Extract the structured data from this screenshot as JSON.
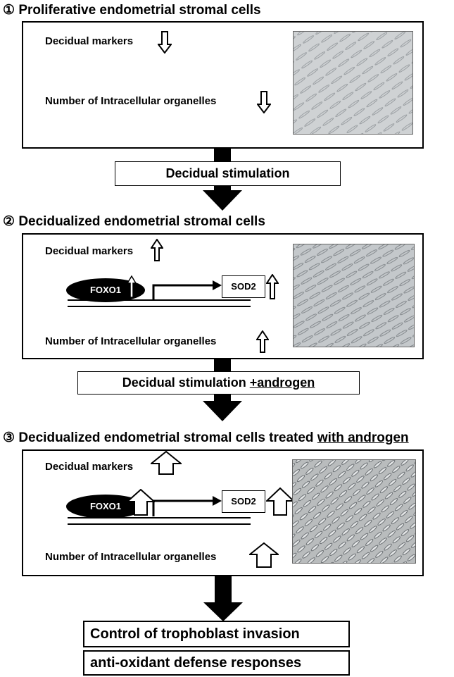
{
  "sections": [
    {
      "number": "①",
      "title": "Proliferative endometrial stromal cells",
      "title_emph": "",
      "decidual_markers": "Decidual markers",
      "organelles": "Number of Intracellular organelles"
    },
    {
      "number": "②",
      "title": "Decidualized endometrial stromal cells",
      "title_emph": "",
      "decidual_markers": "Decidual markers",
      "organelles": "Number of Intracellular organelles",
      "tf": "FOXO1",
      "gene": "SOD2"
    },
    {
      "number": "③",
      "title": "Decidualized endometrial stromal cells treated",
      "title_emph": "with androgen",
      "decidual_markers": "Decidual markers",
      "organelles": "Number of Intracellular organelles",
      "tf": "FOXO1",
      "gene": "SOD2"
    }
  ],
  "steps": {
    "step1": {
      "text": "Decidual stimulation",
      "emph": ""
    },
    "step2": {
      "text": "Decidual stimulation ",
      "emph": "+androgen"
    }
  },
  "outcomes": [
    "Control of trophoblast invasion",
    "anti-oxidant defense responses"
  ],
  "arrow_symbols": {
    "down": "⇩",
    "up": "⇧"
  },
  "colors": {
    "foxo_fill": "#000000",
    "micro_bg_1": "#cfd2d4",
    "micro_bg_2": "#c4c8cb",
    "micro_bg_3": "#b9bcbd"
  }
}
